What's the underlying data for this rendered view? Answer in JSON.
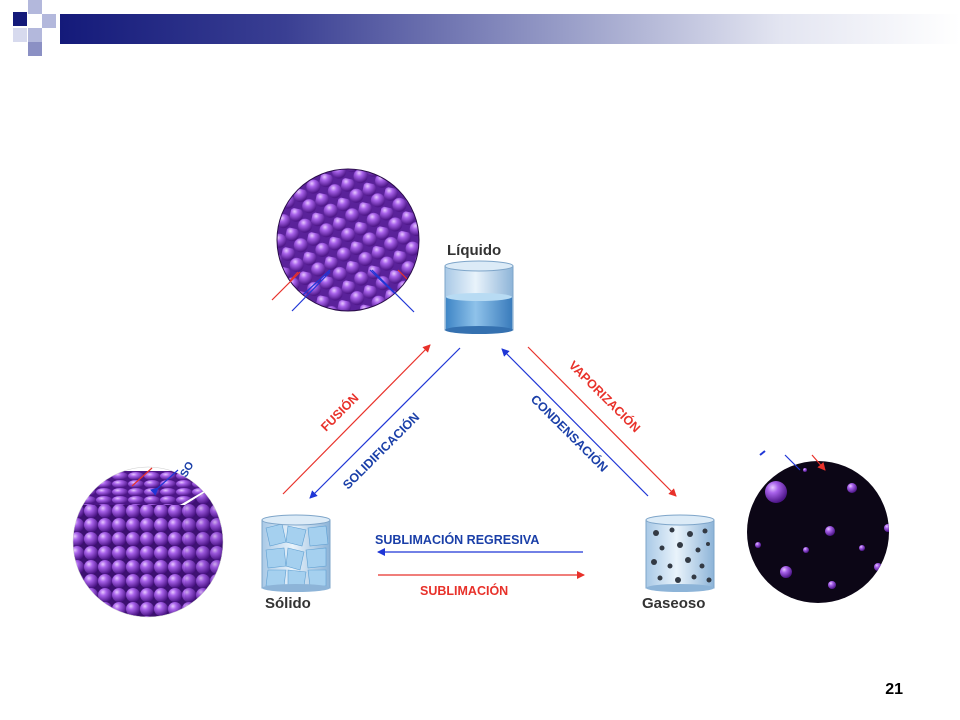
{
  "slide": {
    "page_number": "21"
  },
  "diagram": {
    "states": {
      "liquid": "Líquido",
      "solid": "Sólido",
      "gas": "Gaseoso"
    },
    "processes": {
      "fusion": "FUSIÓN",
      "solidification": "SOLIDIFICACIÓN",
      "vaporization": "VAPORIZACIÓN",
      "condensation": "CONDENSACIÓN",
      "deposition": "SUBLIMACIÓN REGRESIVA",
      "sublimation": "SUBLIMACIÓN"
    }
  },
  "colors": {
    "header_dark": "#141a7a",
    "header_light": "#9ea3cb",
    "arrow_red": "#e8312a",
    "arrow_blue": "#1f36d6",
    "label_red": "#e8312a",
    "label_blue": "#1a3fa8",
    "particle_purple": "#8a3ed1",
    "gas_background": "#0c0616"
  },
  "icons": {
    "liquid_beaker": "beaker-with-liquid-icon",
    "solid_beaker": "beaker-with-ice-icon",
    "gas_beaker": "beaker-with-gas-particles-icon"
  }
}
